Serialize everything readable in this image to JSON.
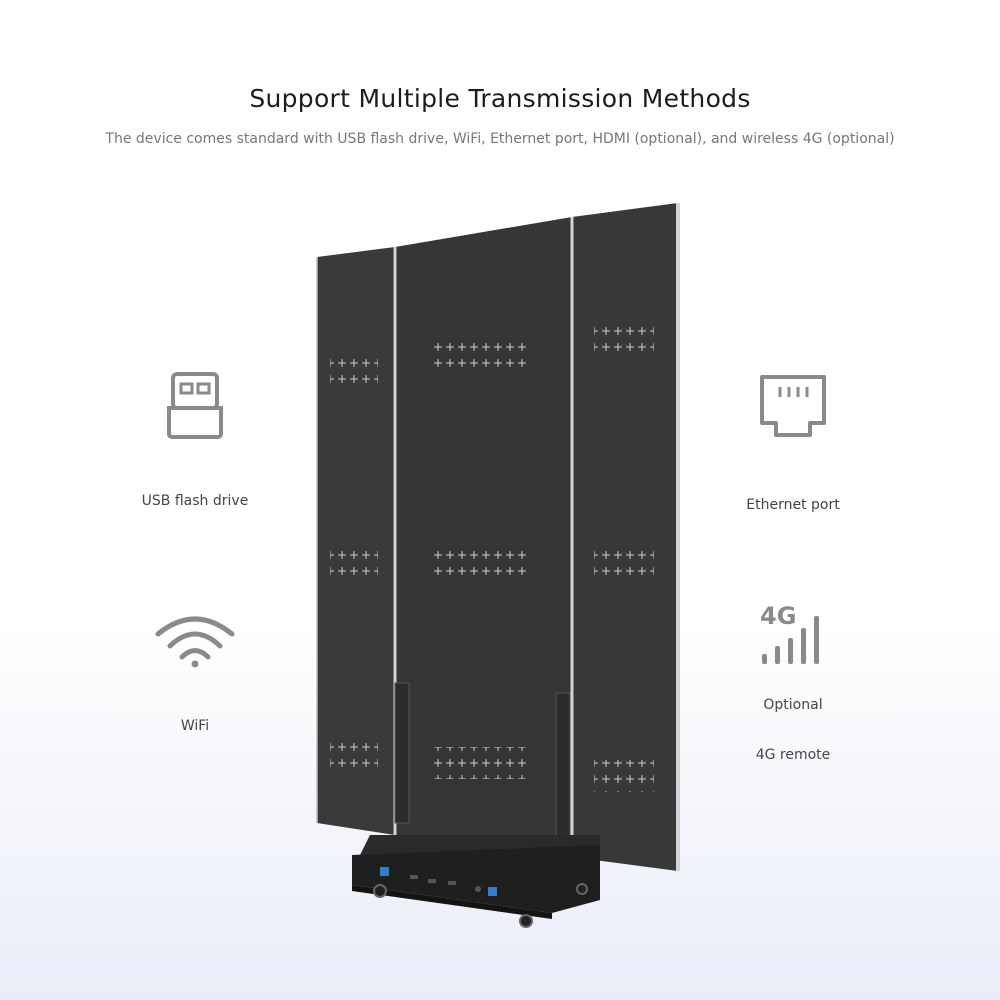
{
  "header": {
    "title": "Support Multiple Transmission Methods",
    "subtitle": "The device comes standard with USB flash drive, WiFi, Ethernet port, HDMI (optional), and wireless 4G (optional)"
  },
  "features": {
    "usb": {
      "icon": "usb-flash-drive-icon",
      "label": "USB flash drive"
    },
    "wifi": {
      "icon": "wifi-icon",
      "label": "WiFi"
    },
    "ethernet": {
      "icon": "ethernet-port-icon",
      "label": "Ethernet port"
    },
    "cellular": {
      "icon": "4g-signal-icon",
      "icon_text": "4G",
      "label_line1": "Optional",
      "label_line2": "4G remote"
    }
  },
  "product": {
    "icon": "led-poster-display-on-wheeled-base"
  },
  "colors": {
    "icon_gray": "#8a8a8a",
    "panel_dark": "#3a3a3a",
    "frame_silver": "#d4d4d4",
    "port_blue": "#2f7fd6"
  }
}
